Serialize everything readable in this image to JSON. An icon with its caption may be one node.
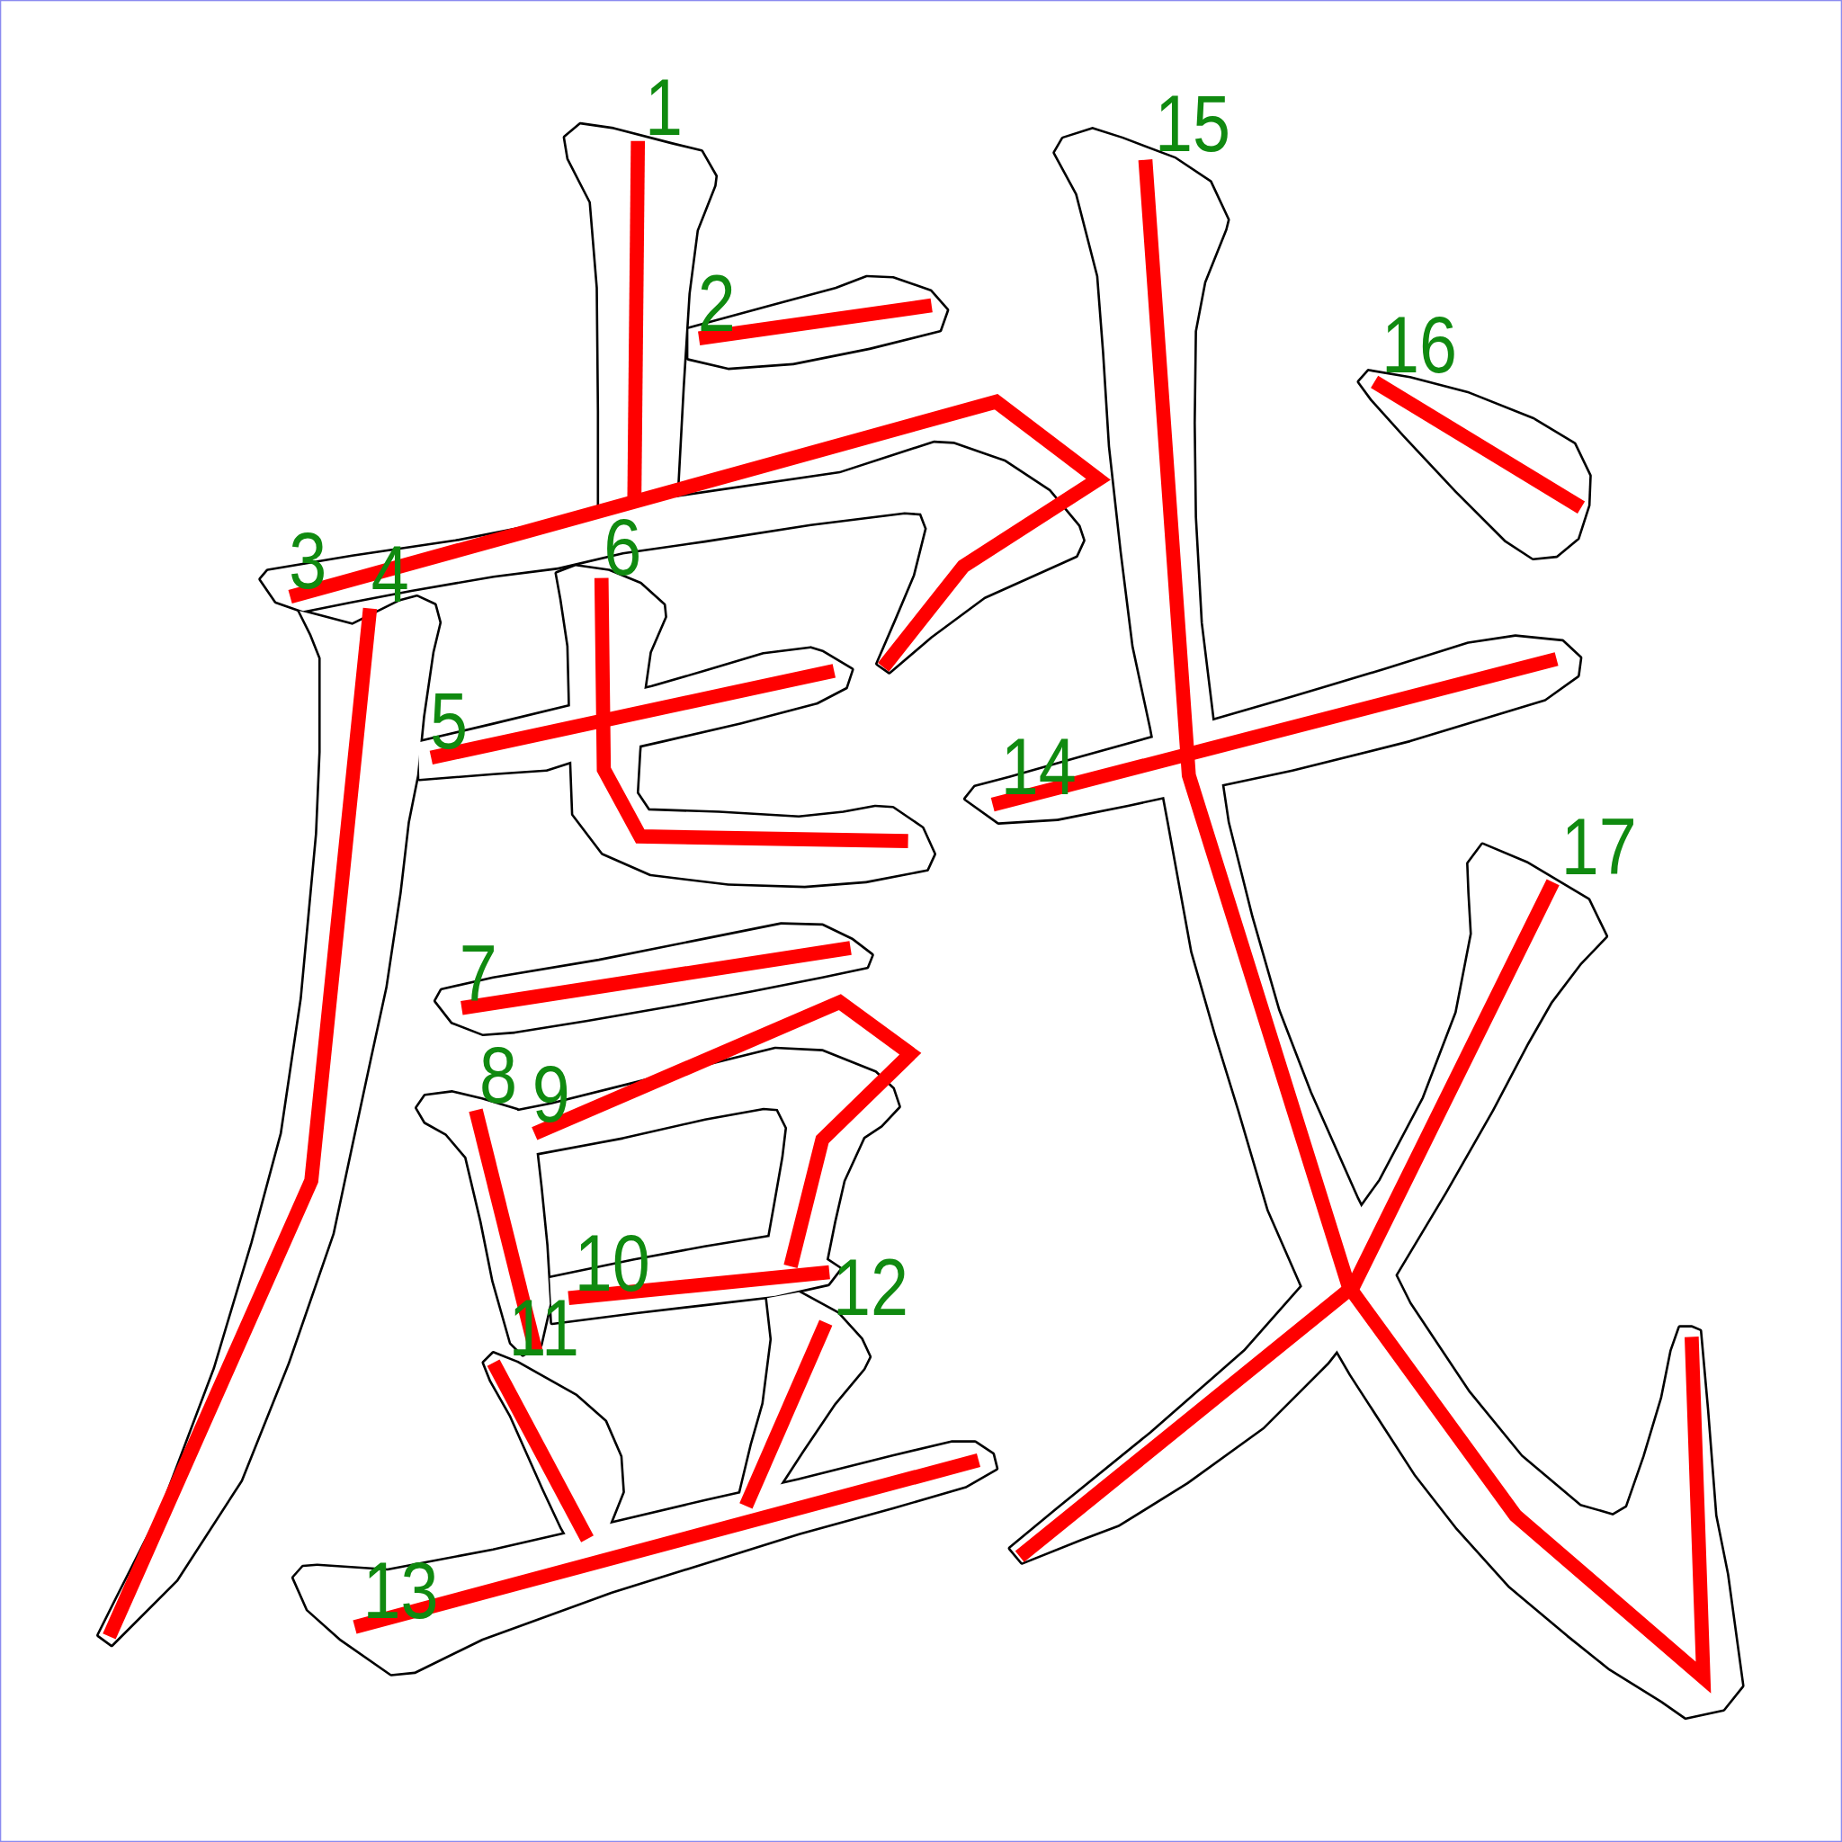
{
  "diagram": {
    "labels": [
      "1",
      "2",
      "3",
      "4",
      "5",
      "6",
      "7",
      "8",
      "9",
      "10",
      "11",
      "12",
      "13",
      "14",
      "15",
      "16",
      "17"
    ]
  }
}
